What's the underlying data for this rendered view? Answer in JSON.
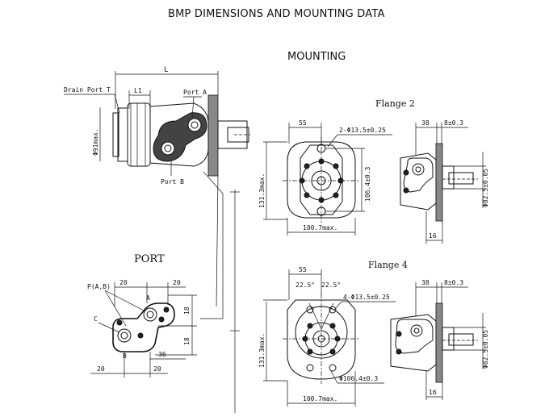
{
  "title": "BMP DIMENSIONS AND  MOUNTING DATA",
  "mounting_title": "MOUNTING",
  "port_title": "PORT",
  "flange2": {
    "label": "Flange 2",
    "dim_55": "55",
    "holes": "2-Φ13.5±0.25",
    "bolt_circle": "106.4±0.3",
    "height": "131.3max.",
    "width": "100.7max.",
    "side_38": "38",
    "side_8": "8±0.3",
    "pilot": "Φ82.5±0.05",
    "side_16": "16"
  },
  "flange4": {
    "label": "Flange 4",
    "dim_55": "55",
    "angle_left": "22.5°",
    "angle_right": "22.5°",
    "holes": "4-Φ13.5±0.25",
    "height": "131.3max.",
    "bolt_circle": "Φ106.4±0.3",
    "width": "100.7max.",
    "side_38": "38",
    "side_8": "8±0.3",
    "pilot": "Φ82.5±0.05",
    "side_16": "16"
  },
  "motor": {
    "L": "L",
    "L1": "L1",
    "drain_port": "Drain Port T",
    "port_a": "Port A",
    "port_b": "Port B",
    "diameter": "Φ91max."
  },
  "port": {
    "p_label": "P(A,B)",
    "dim_20_top_left": "20",
    "dim_20_top_right": "20",
    "label_a": "A",
    "label_b": "B",
    "label_c": "C",
    "dim_18_top": "18",
    "dim_18_bottom": "18",
    "dim_36": "36",
    "dim_20_bottom_left": "20",
    "dim_20_bottom_right": "20"
  }
}
